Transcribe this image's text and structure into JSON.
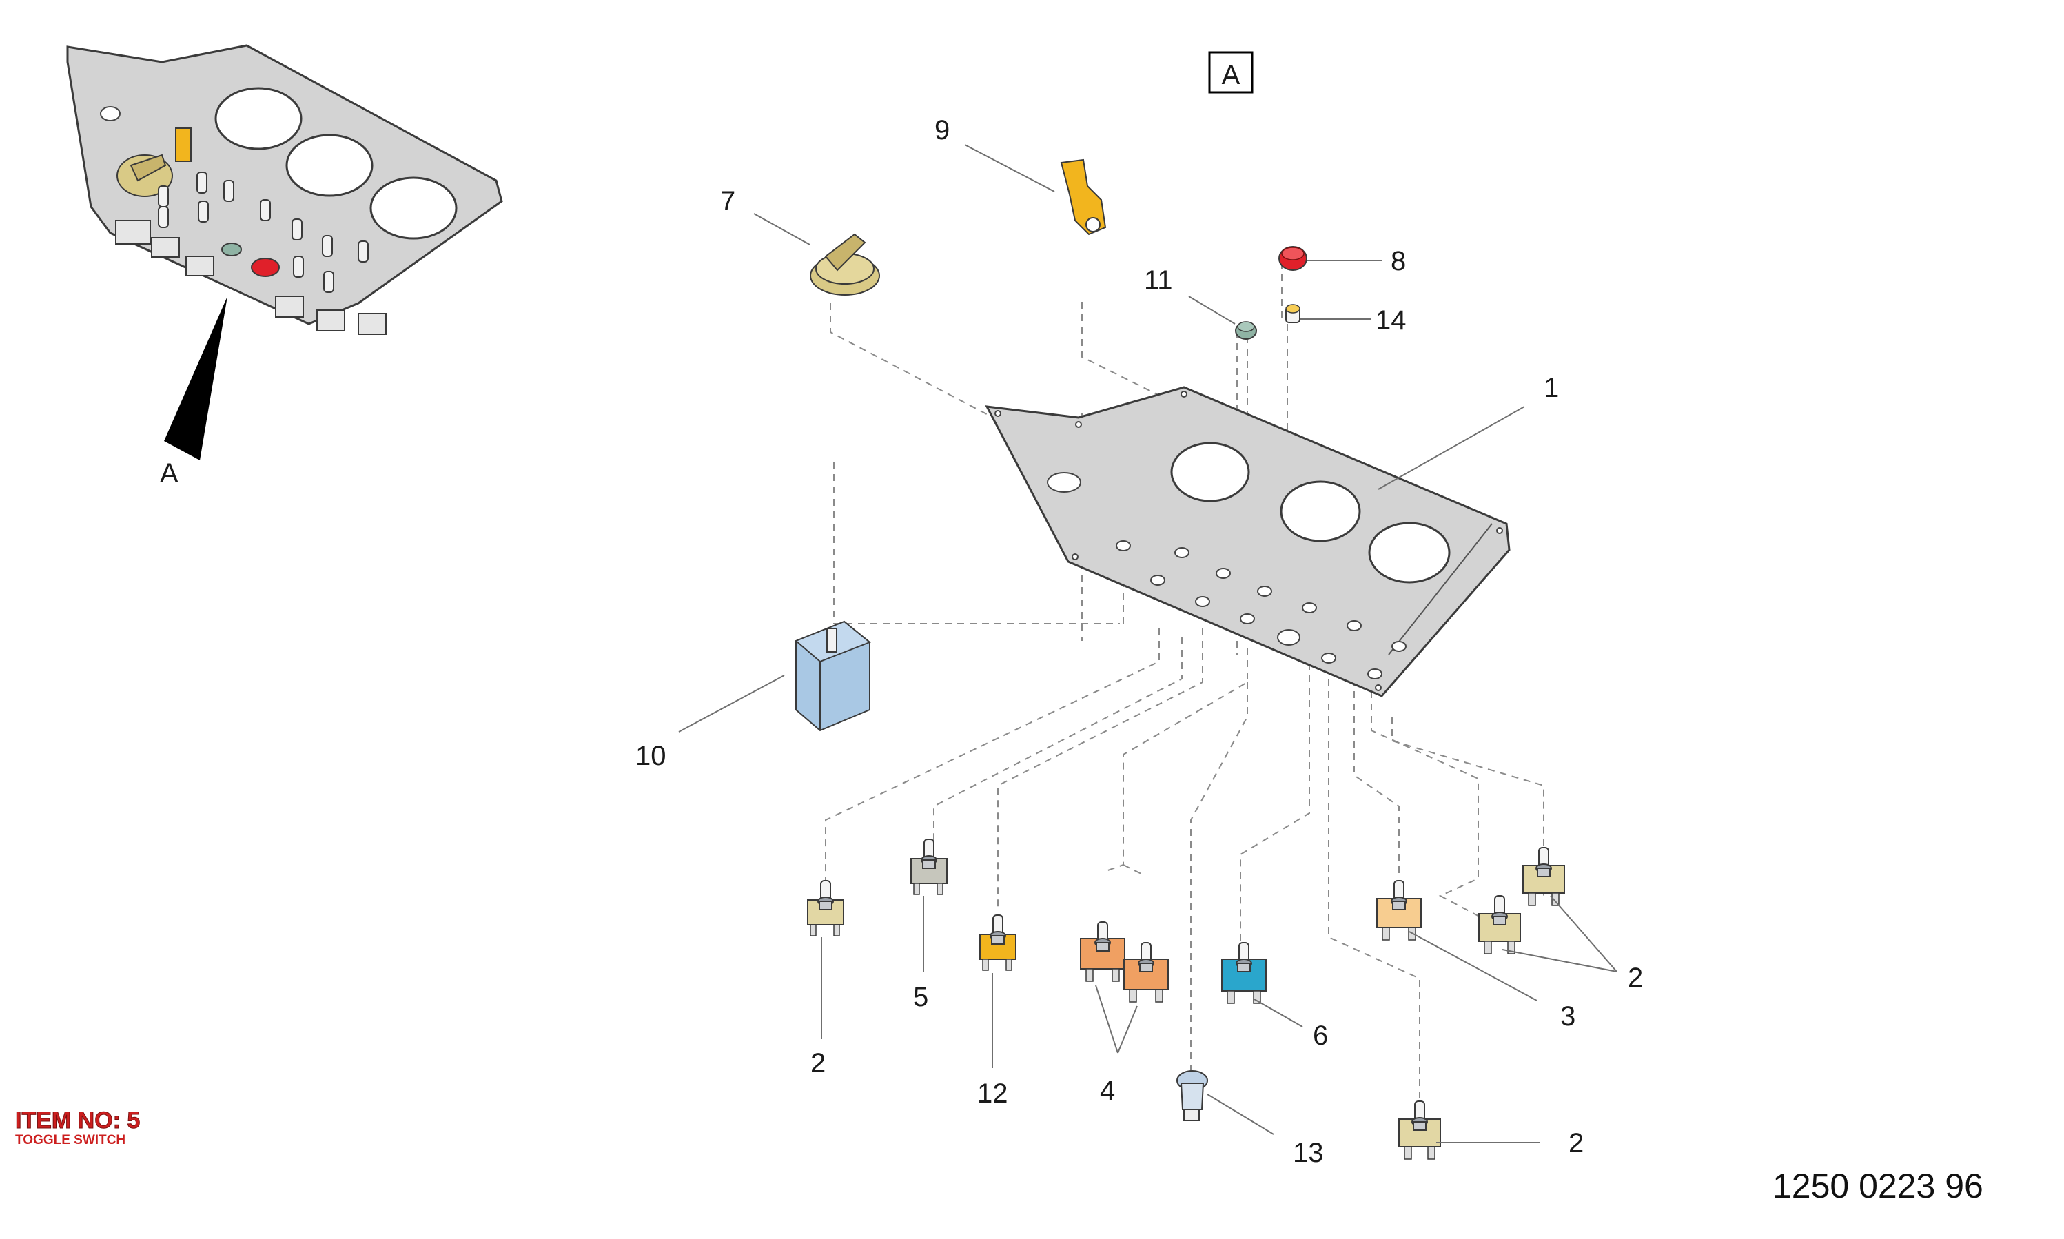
{
  "view_label": "A",
  "arrow_label": "A",
  "drawing_number": "1250 0223 96",
  "item": {
    "number": "ITEM NO: 5",
    "description": "TOGGLE SWITCH"
  },
  "callouts": {
    "c1": "1",
    "c2a": "2",
    "c2b": "2",
    "c2c": "2",
    "c3": "3",
    "c4": "4",
    "c5": "5",
    "c6": "6",
    "c7": "7",
    "c8": "8",
    "c9": "9",
    "c10": "10",
    "c11": "11",
    "c12": "12",
    "c13": "13",
    "c14": "14"
  },
  "colors": {
    "plate": "#d3d3d3",
    "beige_switch": "#e2d7a4",
    "grey_switch": "#c6c6bc",
    "yellow_switch": "#f2b51e",
    "orange_switch": "#f0a062",
    "cyan_switch": "#2aa6cc",
    "peach_switch": "#f7cd90",
    "relay_box": "#a9c8e4",
    "red_lamp": "#e0202a",
    "green_lamp": "#8fb3a4",
    "item_text": "#cc1f1f"
  }
}
